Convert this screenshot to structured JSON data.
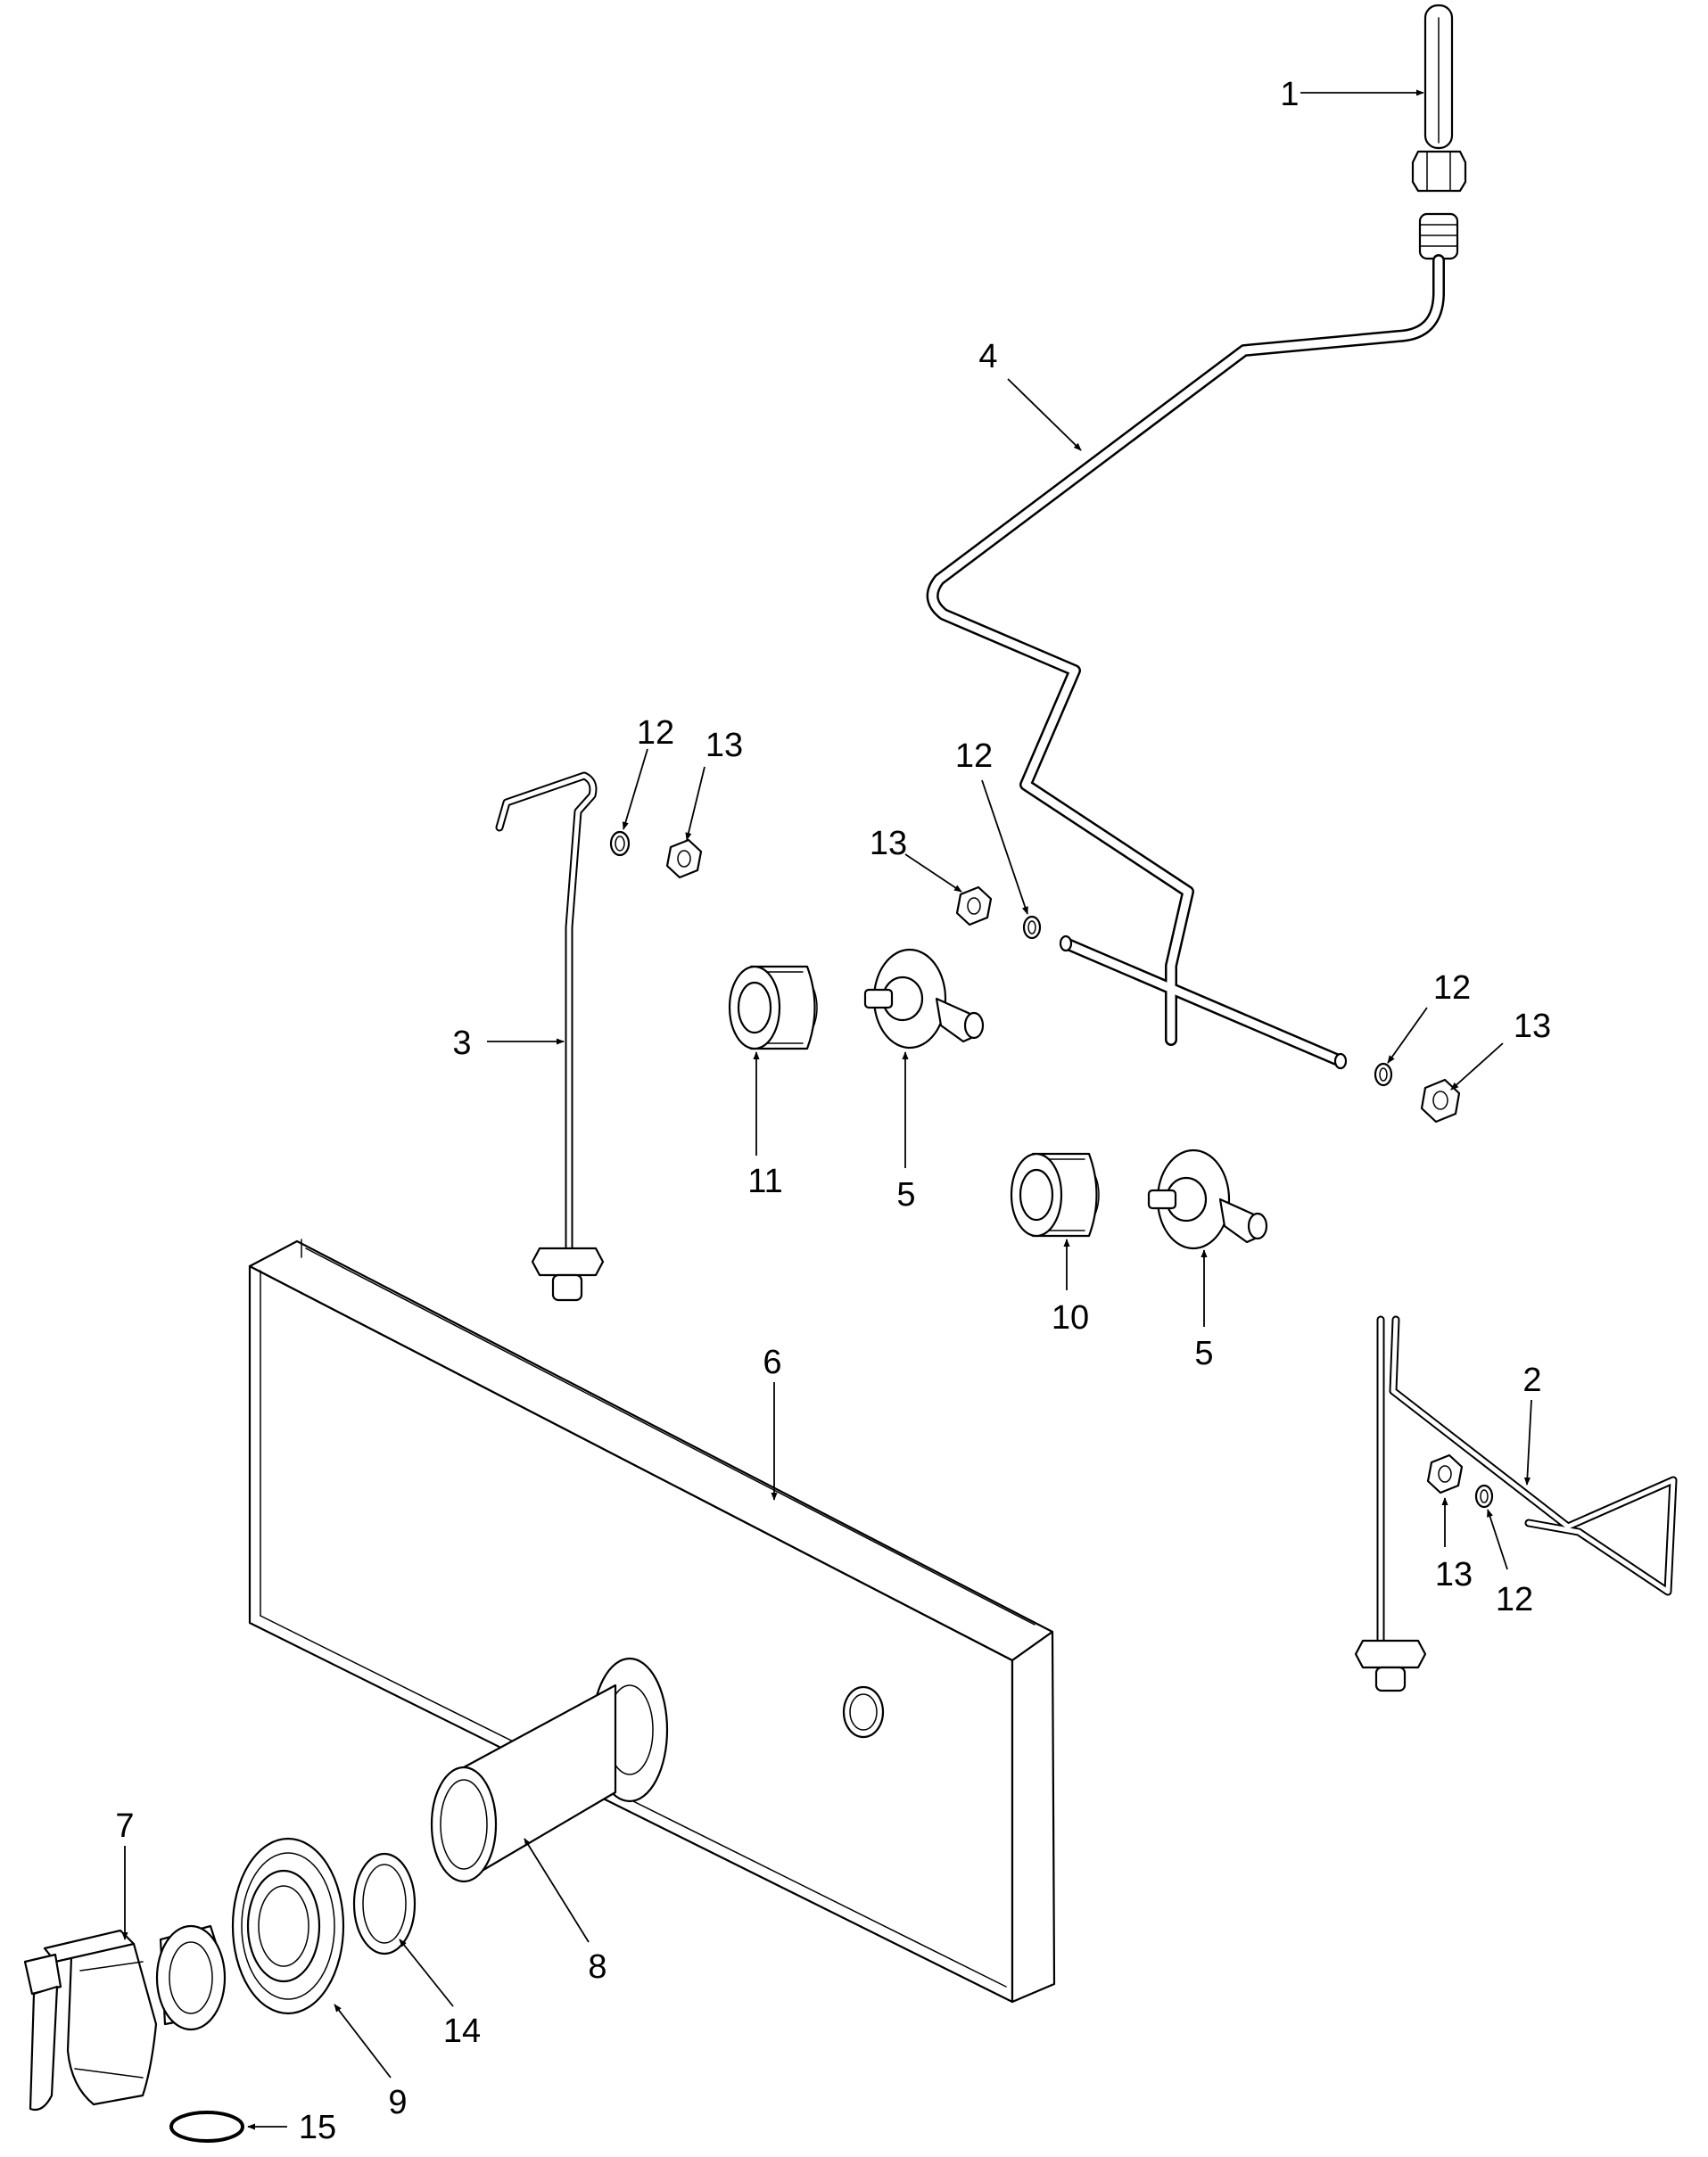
{
  "diagram": {
    "callouts": [
      {
        "id": "c1",
        "label": "1"
      },
      {
        "id": "c2",
        "label": "2"
      },
      {
        "id": "c3",
        "label": "3"
      },
      {
        "id": "c4",
        "label": "4"
      },
      {
        "id": "c5a",
        "label": "5"
      },
      {
        "id": "c5b",
        "label": "5"
      },
      {
        "id": "c6",
        "label": "6"
      },
      {
        "id": "c7",
        "label": "7"
      },
      {
        "id": "c8",
        "label": "8"
      },
      {
        "id": "c9",
        "label": "9"
      },
      {
        "id": "c10",
        "label": "10"
      },
      {
        "id": "c11",
        "label": "11"
      },
      {
        "id": "c12a",
        "label": "12"
      },
      {
        "id": "c12b",
        "label": "12"
      },
      {
        "id": "c12c",
        "label": "12"
      },
      {
        "id": "c12d",
        "label": "12"
      },
      {
        "id": "c13a",
        "label": "13"
      },
      {
        "id": "c13b",
        "label": "13"
      },
      {
        "id": "c13c",
        "label": "13"
      },
      {
        "id": "c13d",
        "label": "13"
      },
      {
        "id": "c14",
        "label": "14"
      },
      {
        "id": "c15",
        "label": "15"
      }
    ],
    "colors": {
      "line": "#000000",
      "background": "#ffffff",
      "shade": "#e6e6e6"
    }
  }
}
